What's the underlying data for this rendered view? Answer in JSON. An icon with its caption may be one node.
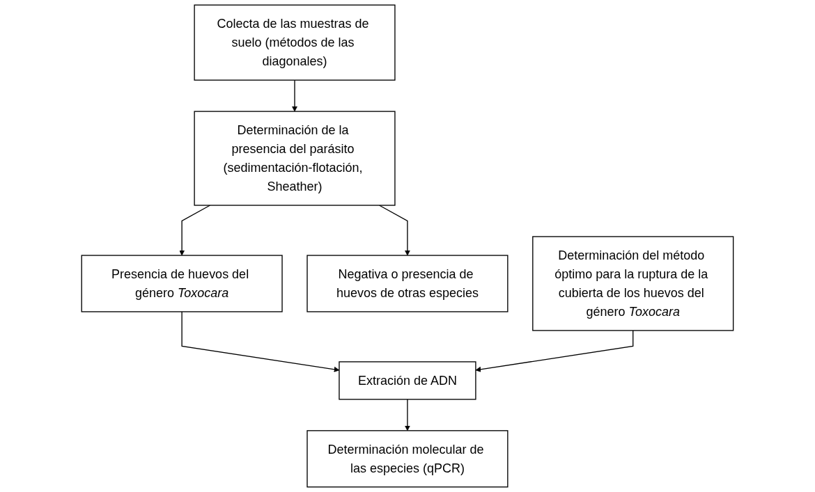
{
  "diagram": {
    "nodes": [
      {
        "text": [
          "Colecta de las muestras de suelo (métodos de las diagonales)"
        ]
      },
      {
        "text": [
          "Determinación del método óptimo para la ruptura de la cubierta de los huevos del género *Toxocara*"
        ]
      },
      {
        "text": [
          "Determinación de la presencia del parásito (sedimentación-flotación, Sheather)"
        ]
      },
      {
        "text": [
          "Negativa o presencia de huevos de otras especies"
        ]
      },
      {
        "text": [
          "Presencia de huevos del género *Toxocara*"
        ]
      },
      {
        "text": [
          "Extración de ADN"
        ]
      },
      {
        "text": [
          "Determinación molecular de las especies (qPCR)"
        ]
      }
    ],
    "edges": [
      {
        "from": 0,
        "to": 2,
        "arrow": "to"
      },
      {
        "from": 2,
        "to": 3,
        "arrow": "to"
      },
      {
        "from": 2,
        "to": 4,
        "arrow": "to"
      },
      {
        "from": 4,
        "to": 5,
        "arrow": "to"
      },
      {
        "from": 1,
        "to": 5,
        "arrow": "to"
      },
      {
        "from": 5,
        "to": 6,
        "arrow": "to"
      }
    ]
  }
}
